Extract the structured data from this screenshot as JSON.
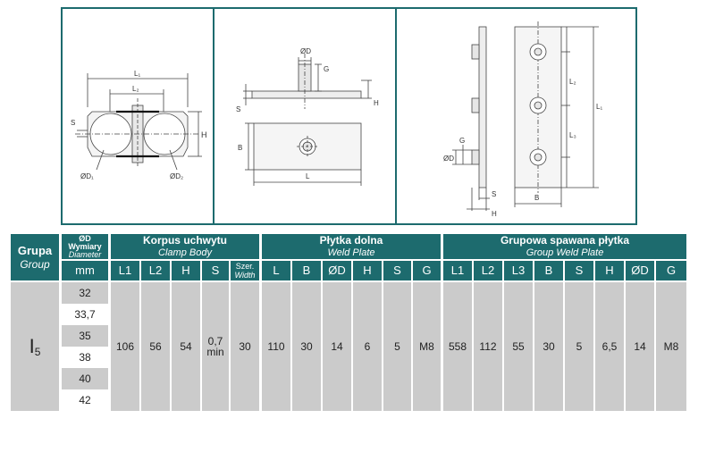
{
  "drawings": {
    "clamp": {
      "l1": "L₁",
      "l2": "L₂",
      "s": "S",
      "h": "H",
      "d1": "ØD₁",
      "d2": "ØD₂"
    },
    "weld_plate": {
      "d": "ØD",
      "g": "G",
      "s": "S",
      "h": "H",
      "b": "B",
      "l": "L"
    },
    "group_plate": {
      "l1": "L₁",
      "l2": "L₂",
      "l3": "L₃",
      "d": "ØD",
      "g": "G",
      "s": "S",
      "h": "H",
      "b": "B"
    }
  },
  "table": {
    "group_header": {
      "pl": "Grupa",
      "en": "Group"
    },
    "diameter_header": {
      "line1": "ØD",
      "line2": "Wymiary",
      "line3": "Diameter",
      "unit": "mm"
    },
    "sections": [
      {
        "pl": "Korpus uchwytu",
        "en": "Clamp Body"
      },
      {
        "pl": "Płytka dolna",
        "en": "Weld Plate"
      },
      {
        "pl": "Grupowa spawana płytka",
        "en": "Group Weld Plate"
      }
    ],
    "clamp_cols": [
      "L1",
      "L2",
      "H",
      "S"
    ],
    "clamp_width_col": {
      "pl": "Szer.",
      "en": "Width"
    },
    "plate_cols": [
      "L",
      "B",
      "ØD",
      "H",
      "S",
      "G"
    ],
    "group_cols": [
      "L1",
      "L2",
      "L3",
      "B",
      "S",
      "H",
      "ØD",
      "G"
    ],
    "group_label": "I",
    "group_sub": "5",
    "diameters": [
      "32",
      "33,7",
      "35",
      "38",
      "40",
      "42"
    ],
    "clamp_values": [
      "106",
      "56",
      "54"
    ],
    "clamp_s": {
      "value": "0,7",
      "suffix": "min"
    },
    "clamp_width": "30",
    "plate_values": [
      "110",
      "30",
      "14",
      "6",
      "5",
      "M8"
    ],
    "group_values": [
      "558",
      "112",
      "55",
      "30",
      "5",
      "6,5",
      "14",
      "M8"
    ]
  }
}
